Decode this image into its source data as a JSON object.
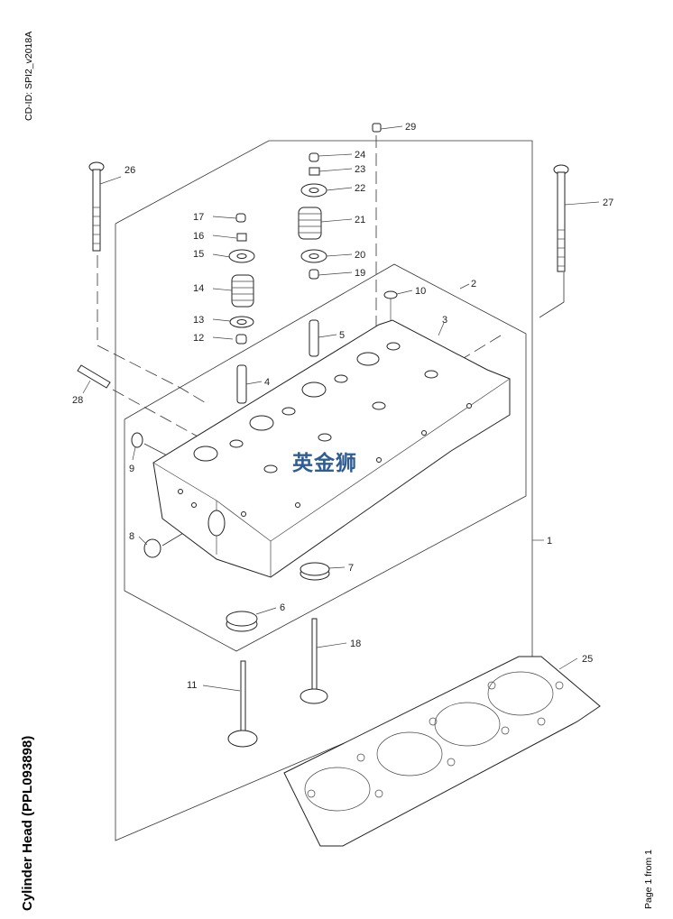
{
  "header": {
    "cd_id": "CD-ID: SPI2_v2018A"
  },
  "footer": {
    "title": "Cylinder Head (PPL093898)",
    "page_info": "Page 1 from 1"
  },
  "watermark": "英金狮",
  "diagram": {
    "title": "Cylinder Head (PPL093898)",
    "callouts": [
      {
        "id": "1",
        "label": "1"
      },
      {
        "id": "2",
        "label": "2"
      },
      {
        "id": "3",
        "label": "3"
      },
      {
        "id": "4",
        "label": "4"
      },
      {
        "id": "5",
        "label": "5"
      },
      {
        "id": "6",
        "label": "6"
      },
      {
        "id": "7",
        "label": "7"
      },
      {
        "id": "8",
        "label": "8"
      },
      {
        "id": "9",
        "label": "9"
      },
      {
        "id": "10",
        "label": "10"
      },
      {
        "id": "11",
        "label": "11"
      },
      {
        "id": "12",
        "label": "12"
      },
      {
        "id": "13",
        "label": "13"
      },
      {
        "id": "14",
        "label": "14"
      },
      {
        "id": "15",
        "label": "15"
      },
      {
        "id": "16",
        "label": "16"
      },
      {
        "id": "17",
        "label": "17"
      },
      {
        "id": "18",
        "label": "18"
      },
      {
        "id": "19",
        "label": "19"
      },
      {
        "id": "20",
        "label": "20"
      },
      {
        "id": "21",
        "label": "21"
      },
      {
        "id": "22",
        "label": "22"
      },
      {
        "id": "23",
        "label": "23"
      },
      {
        "id": "24",
        "label": "24"
      },
      {
        "id": "25",
        "label": "25"
      },
      {
        "id": "26",
        "label": "26"
      },
      {
        "id": "27",
        "label": "27"
      },
      {
        "id": "28",
        "label": "28"
      },
      {
        "id": "29",
        "label": "29"
      }
    ]
  }
}
